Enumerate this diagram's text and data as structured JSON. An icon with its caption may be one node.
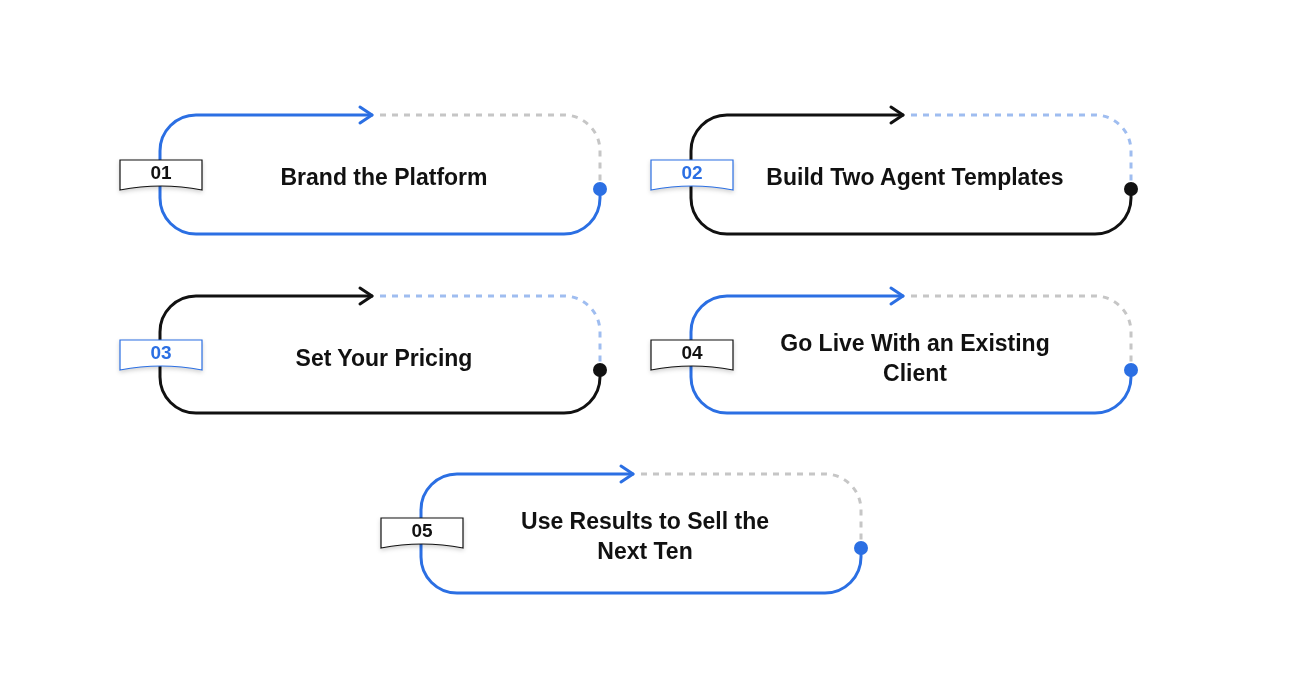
{
  "diagram": {
    "nodes": [
      {
        "text": [
          "01"
        ]
      },
      {
        "text": [
          "Brand the Platform"
        ]
      },
      {
        "text": [
          "02"
        ]
      },
      {
        "text": [
          "Build Two Agent Templates"
        ]
      },
      {
        "text": [
          "03"
        ]
      },
      {
        "text": [
          "Set Your Pricing"
        ]
      },
      {
        "text": [
          "04"
        ]
      },
      {
        "text": [
          "Go Live With an Existing Client"
        ]
      },
      {
        "text": [
          "05"
        ]
      },
      {
        "text": [
          "Use Results to Sell the Next Ten"
        ]
      }
    ]
  }
}
